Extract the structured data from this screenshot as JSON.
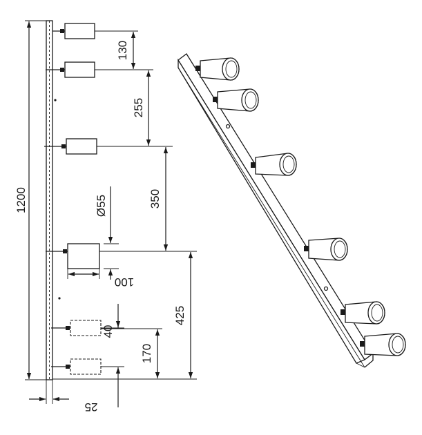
{
  "dimensions": {
    "total_height": "1200",
    "spacing_top": "130",
    "spacing_second": "255",
    "spacing_third": "350",
    "spacing_fourth": "425",
    "spacing_bottom": "170",
    "spot_diameter": "Ø55",
    "spot_length": "100",
    "spot_offset": "40",
    "rail_depth": "25"
  }
}
